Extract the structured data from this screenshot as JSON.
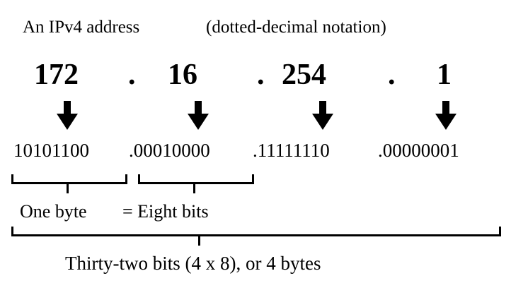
{
  "header": {
    "label": "An IPv4 address",
    "note": "(dotted-decimal notation)"
  },
  "address": {
    "octets": [
      "172",
      "16",
      "254",
      "1"
    ],
    "separators": [
      ".",
      ".",
      "."
    ],
    "binary": [
      "10101100",
      ".00010000",
      ".11111110",
      ".00000001"
    ]
  },
  "annotations": {
    "one_byte": "One byte",
    "eight_bits": "= Eight bits",
    "total": "Thirty-two bits (4 x 8), or 4 bytes"
  },
  "style": {
    "ink": "#000000",
    "paper": "#ffffff"
  }
}
